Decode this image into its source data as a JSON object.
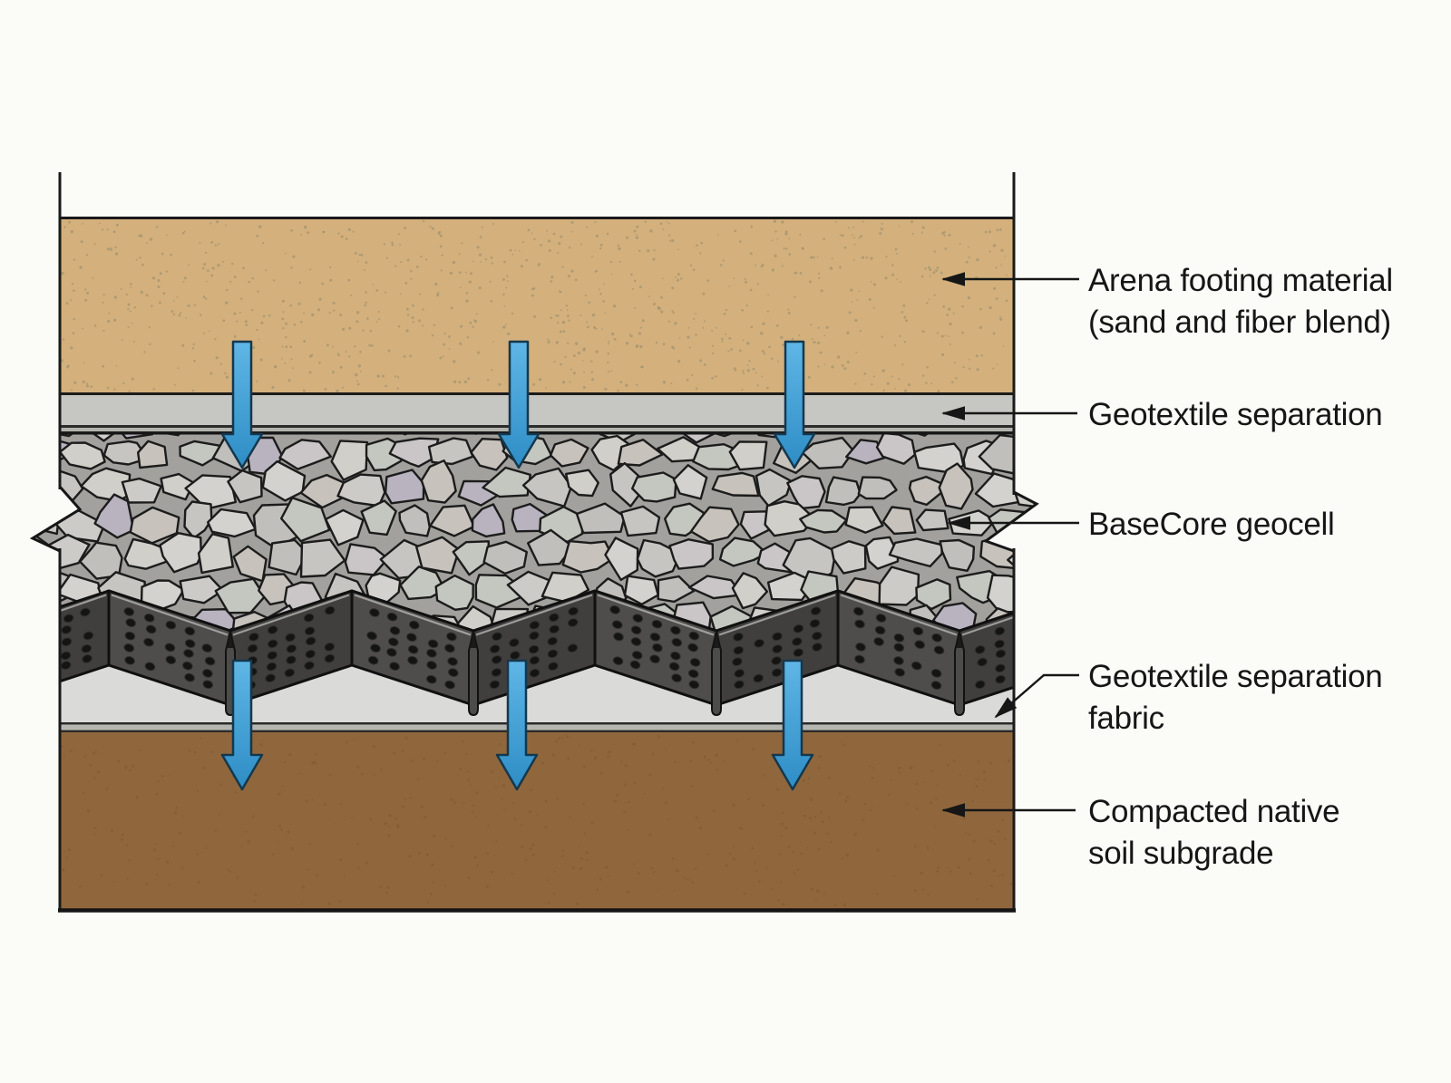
{
  "figure": {
    "type": "layered cross-section diagram",
    "flow_direction": "down",
    "top_arrow_count": 3,
    "bottom_arrow_count": 3
  },
  "labels": {
    "arena": {
      "line1": "Arena footing material",
      "line2": "(sand and fiber blend)"
    },
    "geotextile_separation": {
      "line1": "Geotextile separation"
    },
    "basecore_geocell": {
      "line1": "BaseCore geocell"
    },
    "geotextile_fabric": {
      "line1": "Geotextile separation",
      "line2": "fabric"
    },
    "subgrade": {
      "line1": "Compacted native",
      "line2": "soil subgrade"
    }
  },
  "colors": {
    "background": "#fbfbf8",
    "sand": "#d4b07c",
    "sand_speckle": "#8f8a6b",
    "geotextile_band": "#c6c6c3",
    "band_gap": "#b3b3ad",
    "gravel_bg": "#a2a19d",
    "stone_outline": "#1c1c1c",
    "stone_fills": [
      "#cccbc7",
      "#c6c5c1",
      "#d3d2ce",
      "#c0bfbb",
      "#cac6c8",
      "#c7c2bc",
      "#d0cfc9",
      "#b9b3c0",
      "#c3c7bf"
    ],
    "panel_ascending": "#403f3d",
    "panel_descending": "#4e4d4b",
    "panel_highlight": "#c4c4c2",
    "hole": "#141412",
    "stake": "#4c4c4a",
    "fabric": "#dadad8",
    "soil": "#90673c",
    "soil_dot": "#7a5530",
    "arrow_blue_light": "#5fb6e6",
    "arrow_blue_dark": "#2e8dc5",
    "arrow_outline": "#14384e",
    "line": "#1a1a1a",
    "label_text": "#161616"
  }
}
